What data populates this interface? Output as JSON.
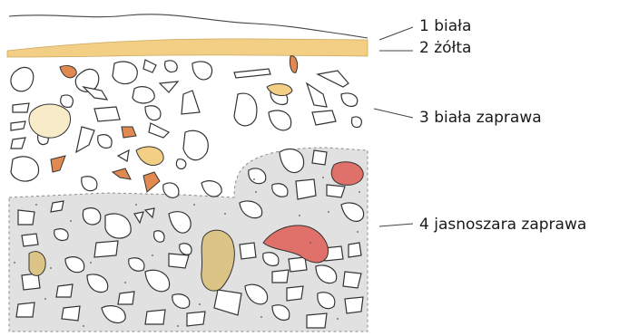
{
  "diagram": {
    "layers": [
      {
        "id": "layer-1",
        "label": "1 biała",
        "color": "#ffffff"
      },
      {
        "id": "layer-2",
        "label": "2 żółta",
        "color": "#f3cf86"
      },
      {
        "id": "layer-3",
        "label": "3 biała zaprawa",
        "color": "#ffffff"
      },
      {
        "id": "layer-4",
        "label": "4 jasnoszara zaprawa",
        "color": "#e1e1e1"
      }
    ],
    "colors": {
      "outline": "#333333",
      "yellow": "#f3cf86",
      "grey": "#e1e1e1",
      "orange": "#e08a52",
      "red": "#e0706a",
      "tan": "#dcc486"
    }
  }
}
